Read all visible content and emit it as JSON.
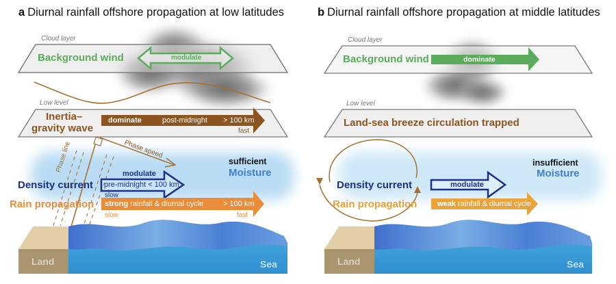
{
  "colors": {
    "green": "#5aac5a",
    "brown": "#8c5520",
    "brown_line": "#a8702e",
    "navy": "#1b2e8c",
    "orange": "#e98d3a",
    "light_orange": "#eaa23a",
    "moisture_blue": "#3e7fcf",
    "layer_fill": "#ededed",
    "layer_stroke": "#777777"
  },
  "panel_a": {
    "letter": "a",
    "title": "Diurnal rainfall offshore propagation at low latitudes",
    "cloud_layer_label": "Cloud layer",
    "background_wind": "Background wind",
    "bg_wind_arrow_label": "modulate",
    "low_level_label": "Low level",
    "inertia_line1": "Inertia–",
    "inertia_line2": "gravity wave",
    "igw_arrow": {
      "left": "dominate",
      "middle": "post-midnight",
      "right": "> 100 km",
      "below": "fast"
    },
    "phase_line": "Phase line",
    "phase_speed": "Phase speed",
    "moisture_qualifier": "sufficient",
    "moisture": "Moisture",
    "density_current": "Density current",
    "dc_arrow": {
      "above": "modulate",
      "inside": "pre-midnight < 100 km",
      "below": "slow"
    },
    "rain_propagation": "Rain propagation",
    "rain_arrow": {
      "bold": "strong",
      "rest": " rainfall & diurnal cycle",
      "right": "> 100 km",
      "below_left": "slow",
      "below_right": "fast"
    },
    "land": "Land",
    "sea": "Sea"
  },
  "panel_b": {
    "letter": "b",
    "title": "Diurnal rainfall offshore propagation at middle latitudes",
    "cloud_layer_label": "Cloud layer",
    "background_wind": "Background wind",
    "bg_wind_arrow_label": "dominate",
    "low_level_label": "Low level",
    "land_sea_breeze": "Land-sea breeze circulation trapped",
    "moisture_qualifier": "insufficient",
    "moisture": "Moisture",
    "density_current": "Density current",
    "dc_arrow_label": "modulate",
    "rain_propagation": "Rain propagation",
    "rain_arrow": {
      "bold": "weak",
      "rest": " rainfall & diurnal cycle"
    },
    "land": "Land",
    "sea": "Sea"
  }
}
